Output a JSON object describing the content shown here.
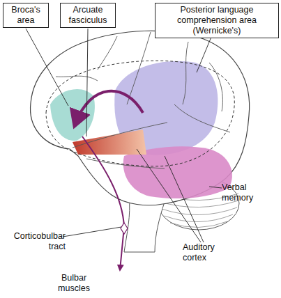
{
  "diagram": {
    "nodes": [
      {
        "text": [
          "Broca's area"
        ]
      },
      {
        "text": [
          "Arcuate fasciculus"
        ]
      },
      {
        "text": [
          "Posterior language comprehension area (Wernicke's)"
        ]
      }
    ],
    "labels": [
      "Verbal memory",
      "Auditory cortex",
      "Corticobulbar tract",
      "Bulbar muscles"
    ]
  }
}
